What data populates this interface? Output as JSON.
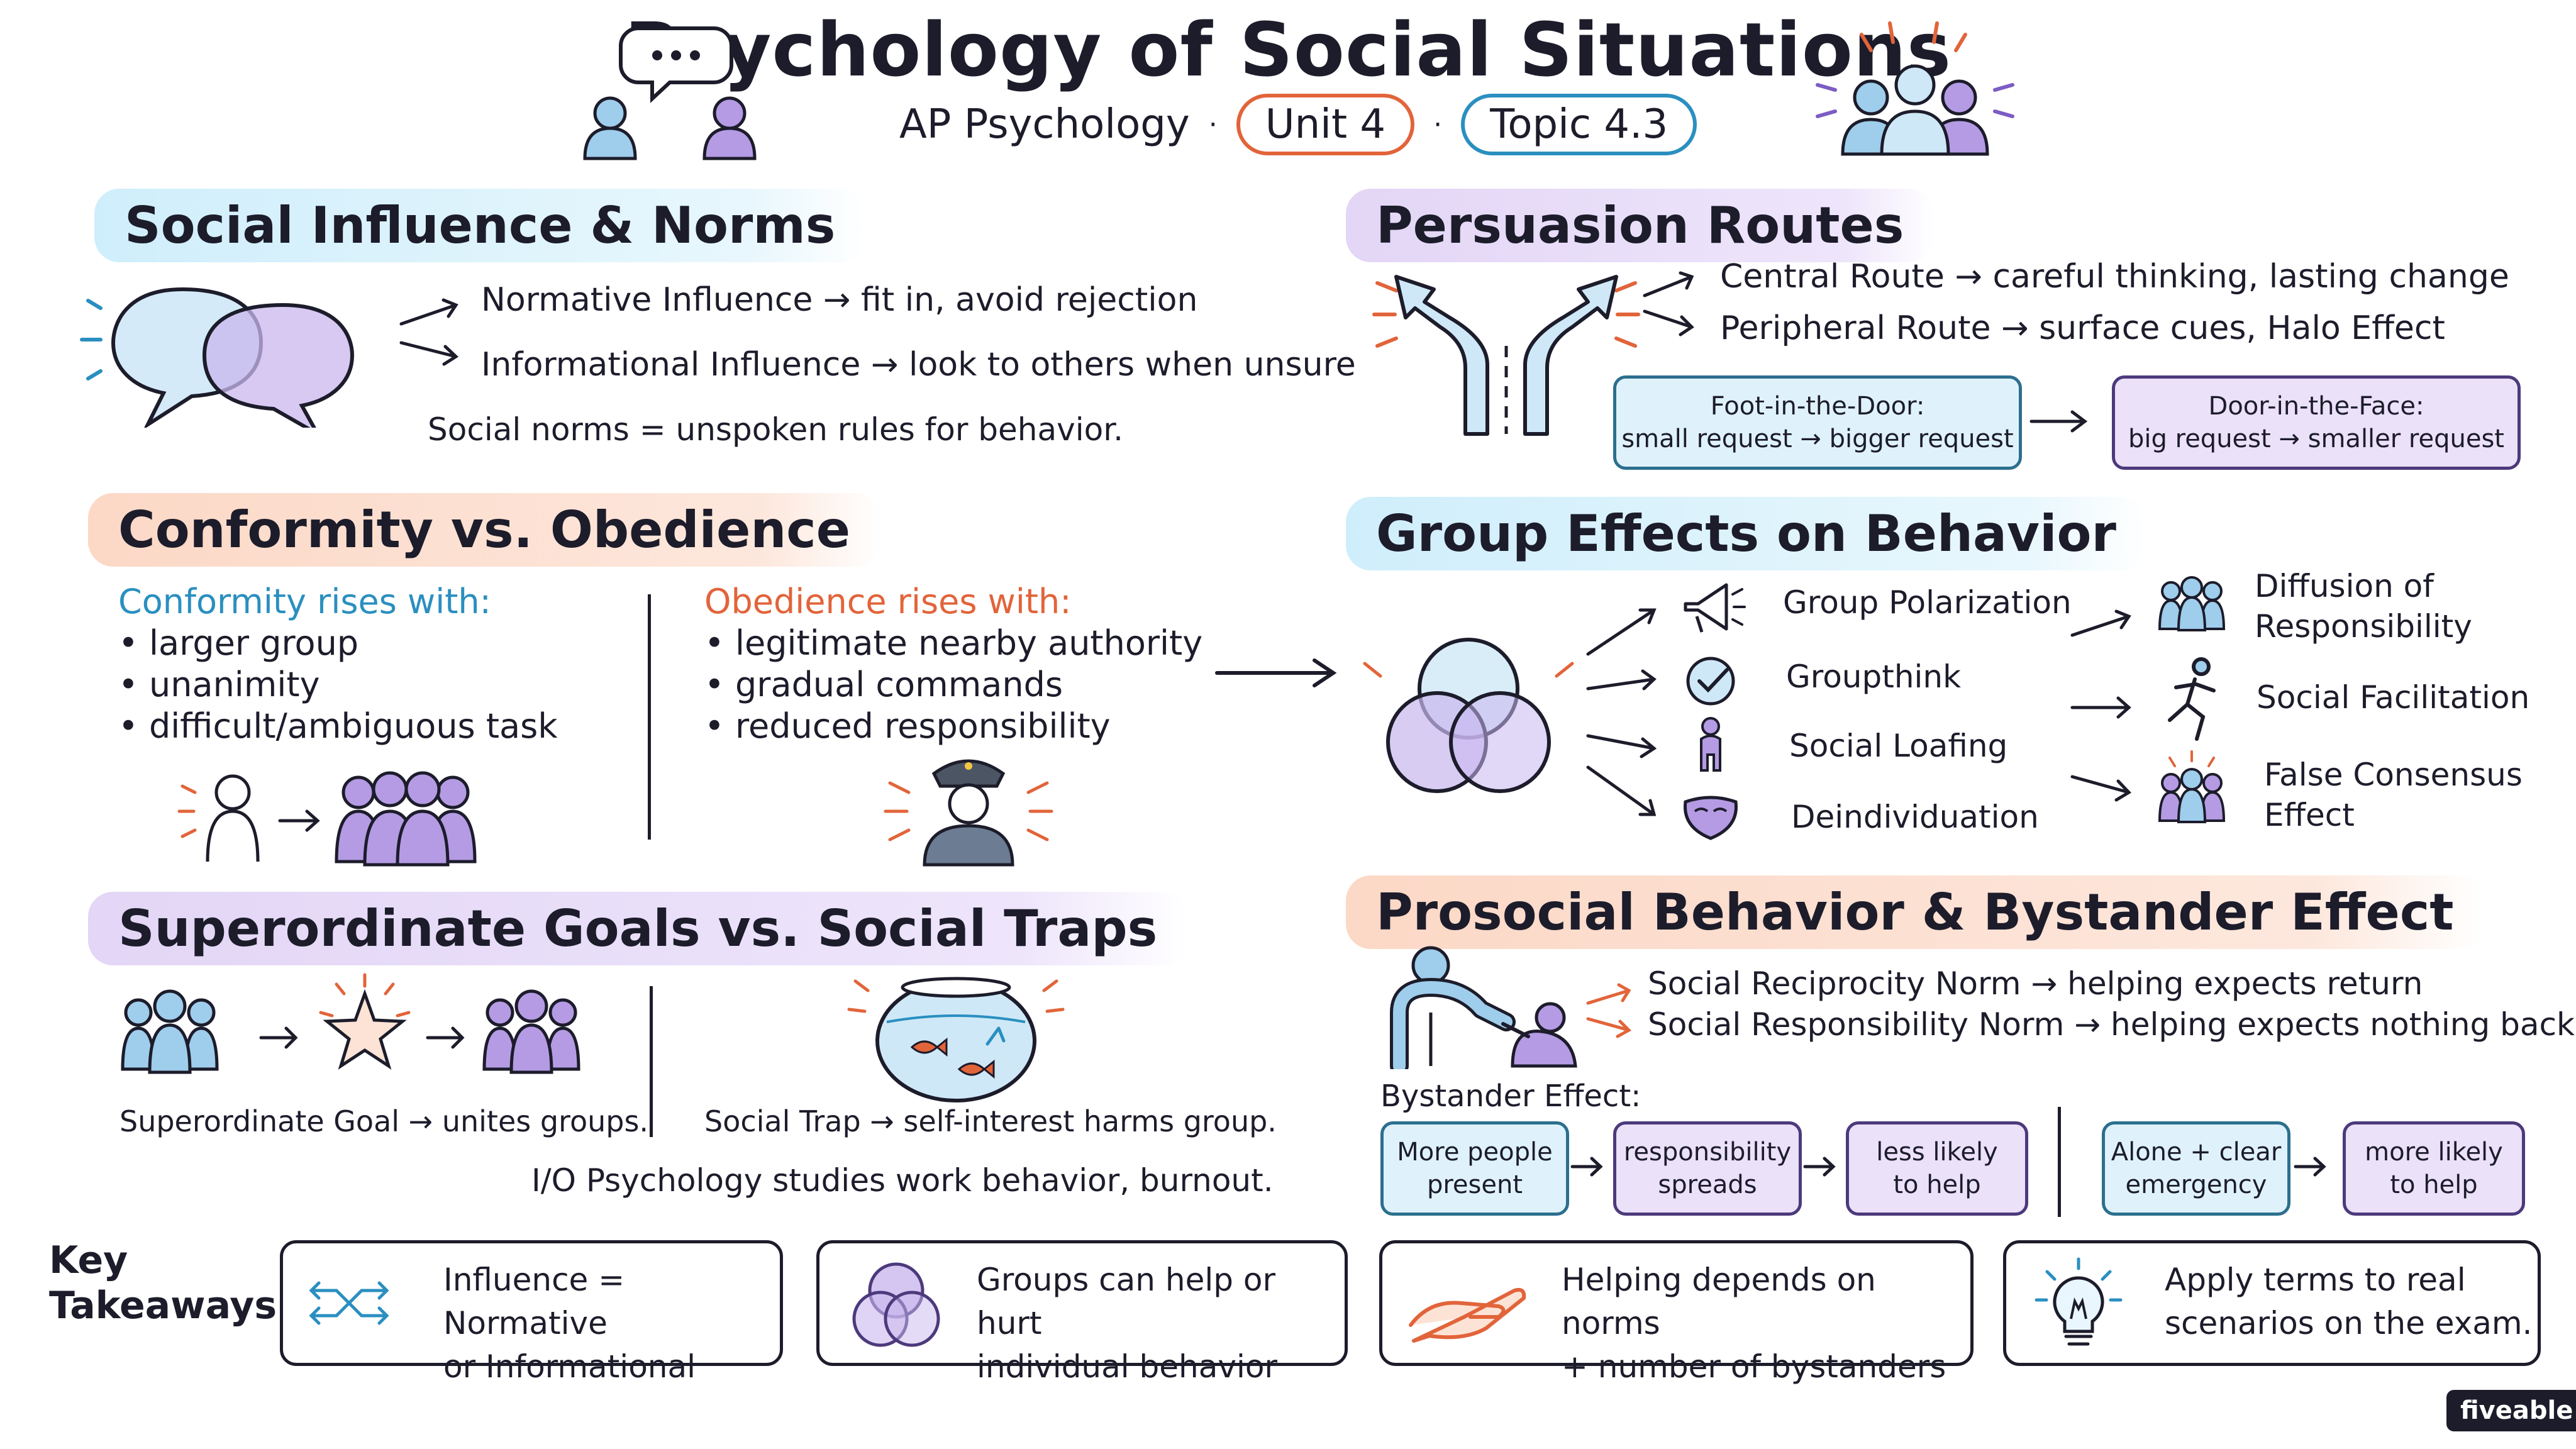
{
  "header": {
    "title": "Psychology of Social Situations",
    "subject": "AP Psychology",
    "separator": "·",
    "unit": "Unit 4",
    "topic": "Topic 4.3"
  },
  "social_influence": {
    "heading": "Social Influence & Norms",
    "normative": {
      "term": "Normative Influence",
      "desc": "fit in, avoid rejection"
    },
    "informational": {
      "term": "Informational Influence",
      "desc": "look to others when unsure"
    },
    "norms_note": "Social norms = unspoken rules for behavior."
  },
  "conformity": {
    "heading": "Conformity vs. Obedience",
    "conformity_title": "Conformity rises with:",
    "conformity_items": [
      "larger group",
      "unanimity",
      "difficult/ambiguous task"
    ],
    "obedience_title": "Obedience rises with:",
    "obedience_items": [
      "legitimate nearby authority",
      "gradual commands",
      "reduced responsibility"
    ]
  },
  "superordinate": {
    "heading": "Superordinate Goals vs. Social Traps",
    "goal_caption": "Superordinate Goal → unites groups.",
    "trap_caption": "Social Trap → self-interest harms group.",
    "io_note": "I/O Psychology studies work behavior, burnout."
  },
  "persuasion": {
    "heading": "Persuasion Routes",
    "central": {
      "term": "Central Route",
      "desc": "careful thinking, lasting change"
    },
    "peripheral": {
      "term": "Peripheral Route",
      "desc": "surface cues, Halo Effect"
    },
    "foot": {
      "title": "Foot-in-the-Door:",
      "desc": "small request → bigger request"
    },
    "door": {
      "title": "Door-in-the-Face:",
      "desc": "big request → smaller request"
    }
  },
  "group_effects": {
    "heading": "Group Effects on Behavior",
    "left_items": [
      "Group Polarization",
      "Groupthink",
      "Social Loafing",
      "Deindividuation"
    ],
    "right_items": [
      "Diffusion of Responsibility",
      "Social Facilitation",
      "False Consensus Effect"
    ],
    "diffusion": [
      "Diffusion of",
      "Responsibility"
    ],
    "false_consensus": [
      "False Consensus",
      "Effect"
    ]
  },
  "prosocial": {
    "heading": "Prosocial Behavior & Bystander Effect",
    "reciprocity": {
      "term": "Social Reciprocity Norm",
      "desc": "helping expects return"
    },
    "responsibility": {
      "term": "Social Responsibility Norm",
      "desc": "helping expects nothing back."
    },
    "bystander_label": "Bystander Effect:",
    "chain": [
      [
        "More people",
        "present"
      ],
      [
        "responsibility",
        "spreads"
      ],
      [
        "less likely",
        "to help"
      ]
    ],
    "chain2": [
      [
        "Alone + clear",
        "emergency"
      ],
      [
        "more likely",
        "to help"
      ]
    ]
  },
  "takeaways": {
    "label": [
      "Key",
      "Takeaways:"
    ],
    "cards": [
      [
        "Influence = Normative",
        "or Informational"
      ],
      [
        "Groups can help or hurt",
        "individual behavior"
      ],
      [
        "Helping depends on norms",
        "+ number of bystanders"
      ],
      [
        "Apply terms to real",
        "scenarios on the exam."
      ]
    ]
  },
  "brand": "fiveable",
  "arrow": "→",
  "colors": {
    "blue": "#2a8fc0",
    "orange": "#e2643a",
    "purple": "#7d5cc4",
    "light_blue": "#cfe8f7",
    "light_purple": "#d9ccf2",
    "ink": "#1c1c2b"
  }
}
